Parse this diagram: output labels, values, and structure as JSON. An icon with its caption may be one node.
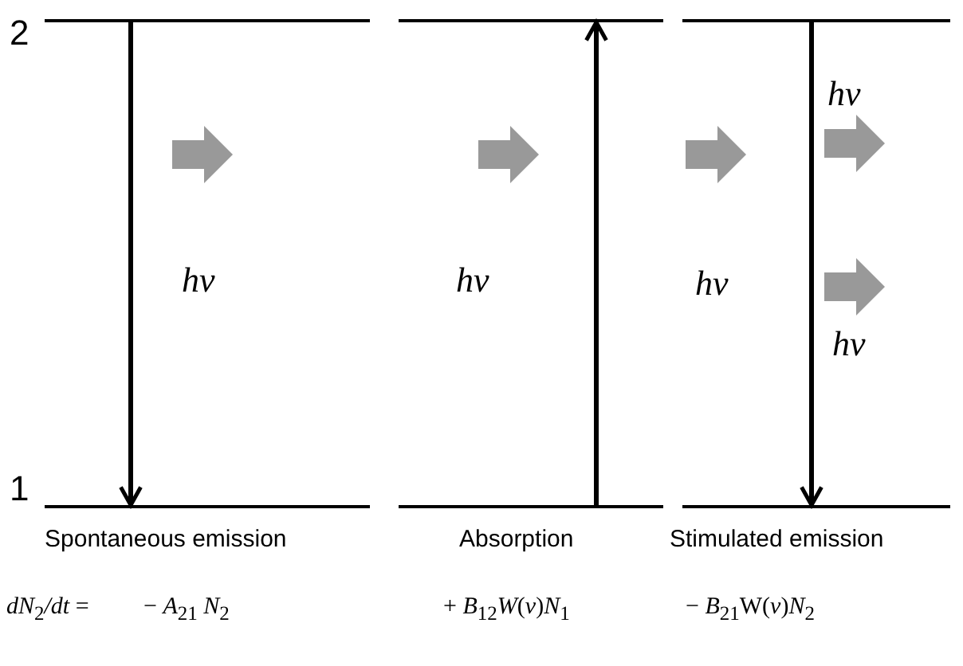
{
  "diagram": {
    "nodes": [
      {
        "text": [],
        "shape": "bar"
      },
      {
        "text": [],
        "shape": "bar"
      },
      {
        "text": [],
        "shape": "bar"
      },
      {
        "text": [],
        "shape": "bar"
      },
      {
        "text": [],
        "shape": "bar"
      },
      {
        "text": [],
        "shape": "bar"
      }
    ],
    "edges": [
      {
        "from": 0,
        "to": 3,
        "arrow": "to"
      },
      {
        "from": 4,
        "to": 1,
        "arrow": "to"
      },
      {
        "from": 2,
        "to": 5,
        "arrow": "to"
      }
    ],
    "labels": [
      "2",
      "hν",
      "hν",
      "hν",
      "hν",
      "hν",
      "1",
      "Spontaneous emission",
      "Absorption",
      "Stimulated emission",
      "*dN*$_{2}$*/dt* =",
      "− *A*$_{21}$ *N*$_{2}$",
      "+ *B*$_{12}$*W*(*ν*)*N*$_{1}$",
      "− *B*$_{21}$W(*ν*)*N*$_{2}$"
    ]
  }
}
